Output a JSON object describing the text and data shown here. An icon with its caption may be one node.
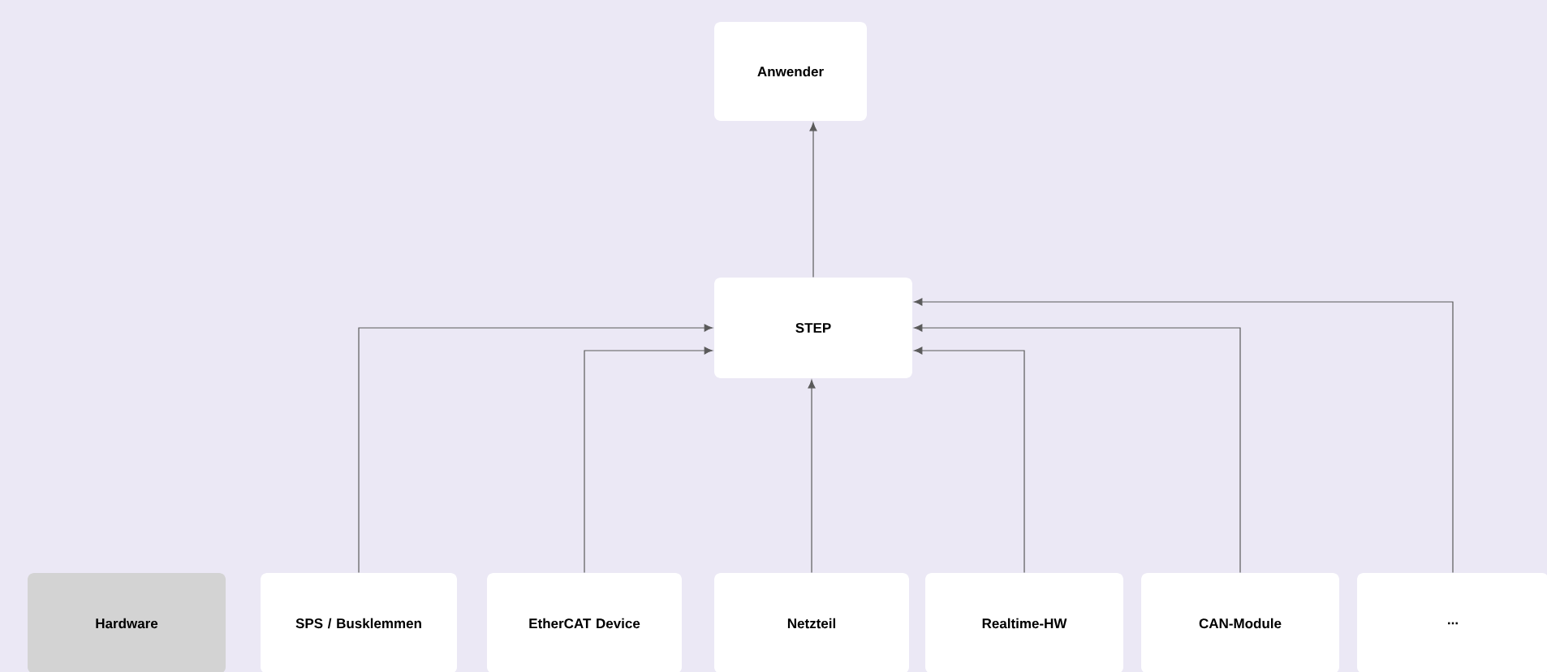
{
  "diagram": {
    "nodes": [
      {
        "text": [
          "Anwender"
        ]
      },
      {
        "text": [
          "STEP"
        ]
      },
      {
        "text": [
          "Hardware"
        ]
      },
      {
        "text": [
          "SPS / Busklemmen"
        ]
      },
      {
        "text": [
          "EtherCAT Device"
        ]
      },
      {
        "text": [
          "Netzteil"
        ]
      },
      {
        "text": [
          "Realtime-HW"
        ]
      },
      {
        "text": [
          "CAN-Module"
        ]
      },
      {
        "text": [
          "..."
        ]
      }
    ],
    "edges": [
      {
        "from": 1,
        "to": 0,
        "arrow": "to"
      },
      {
        "from": 3,
        "to": 1,
        "arrow": "to"
      },
      {
        "from": 4,
        "to": 1,
        "arrow": "to"
      },
      {
        "from": 5,
        "to": 1,
        "arrow": "to"
      },
      {
        "from": 6,
        "to": 1,
        "arrow": "to"
      },
      {
        "from": 7,
        "to": 1,
        "arrow": "to"
      },
      {
        "from": 8,
        "to": 1,
        "arrow": "to"
      }
    ]
  }
}
